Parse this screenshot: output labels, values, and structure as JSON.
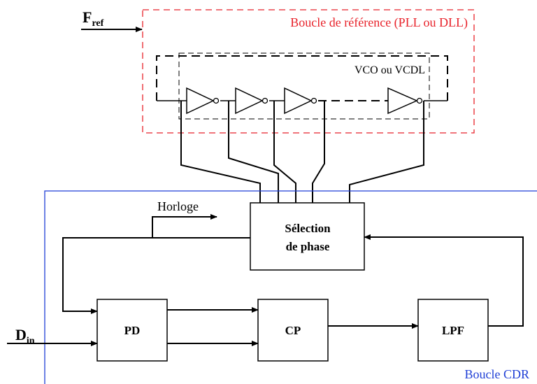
{
  "colors": {
    "ref_loop": "#e8222a",
    "cdr_loop": "#1f3fd6",
    "ink": "#000000"
  },
  "inputs": {
    "fref_main": "F",
    "fref_sub": "ref",
    "din_main": "D",
    "din_sub": "in"
  },
  "ref_loop": {
    "label": "Boucle de référence (PLL ou DLL)"
  },
  "vco": {
    "label": "VCO ou VCDL"
  },
  "cdr_loop": {
    "label": "Boucle CDR"
  },
  "blocks": {
    "phase_select_line1": "Sélection",
    "phase_select_line2": "de phase",
    "pd": "PD",
    "cp": "CP",
    "lpf": "LPF"
  },
  "outputs": {
    "clock": "Horloge"
  },
  "icons": {
    "inverter": "inverter-icon"
  }
}
